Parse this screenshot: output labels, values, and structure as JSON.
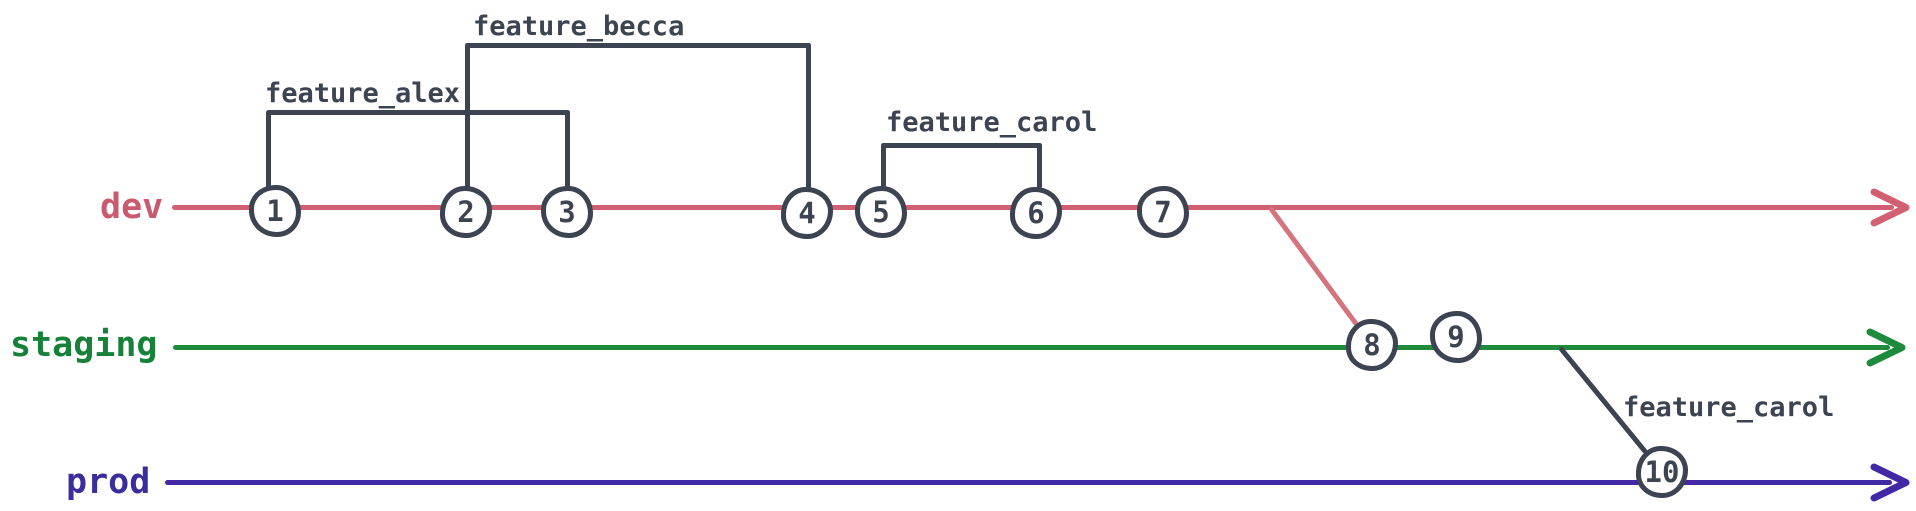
{
  "diagram": {
    "type": "git-branch-graph",
    "branches": [
      {
        "name": "dev",
        "color": "#d16073"
      },
      {
        "name": "staging",
        "color": "#1e8a3c"
      },
      {
        "name": "prod",
        "color": "#4328a6"
      }
    ],
    "commits": [
      {
        "id": "1",
        "branch": "dev"
      },
      {
        "id": "2",
        "branch": "dev"
      },
      {
        "id": "3",
        "branch": "dev"
      },
      {
        "id": "4",
        "branch": "dev"
      },
      {
        "id": "5",
        "branch": "dev"
      },
      {
        "id": "6",
        "branch": "dev"
      },
      {
        "id": "7",
        "branch": "dev"
      },
      {
        "id": "8",
        "branch": "staging"
      },
      {
        "id": "9",
        "branch": "staging"
      },
      {
        "id": "10",
        "branch": "prod"
      }
    ],
    "features": [
      {
        "label": "feature_alex",
        "from_commit": "1",
        "to_commit": "3"
      },
      {
        "label": "feature_becca",
        "from_commit": "2",
        "to_commit": "4"
      },
      {
        "label": "feature_carol",
        "from_commit": "5",
        "to_commit": "6"
      },
      {
        "label": "feature_carol",
        "from_branch": "staging",
        "to_commit": "10"
      }
    ],
    "merges": [
      {
        "from": "dev",
        "to": "staging",
        "at_commit": "8"
      },
      {
        "from": "staging",
        "to": "prod",
        "at_commit": "10"
      }
    ],
    "stroke_color": "#3d4451"
  }
}
